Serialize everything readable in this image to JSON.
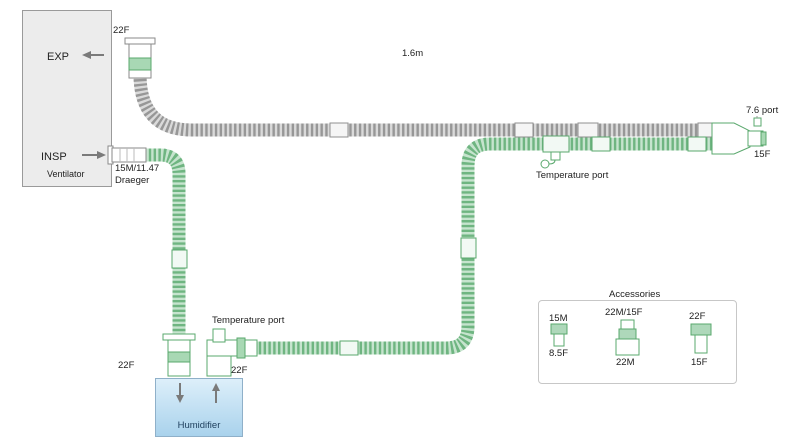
{
  "ventilator": {
    "exp_label": "EXP",
    "insp_label": "INSP",
    "title": "Ventilator"
  },
  "ports": {
    "exp_connector_size": "22F",
    "insp_adapter_size": "15M/11.47",
    "insp_adapter_brand": "Draeger",
    "patient_port": "7.6 port",
    "patient_connector_size": "15F"
  },
  "tubing": {
    "expiratory_length": "1.6m"
  },
  "temperature_ports": {
    "upper": "Temperature port",
    "lower": "Temperature port"
  },
  "humidifier": {
    "title": "Humidifier",
    "inlet_size": "22F",
    "outlet_size": "22F"
  },
  "accessories": {
    "title": "Accessories",
    "items": [
      {
        "top": "15M",
        "bottom": "8.5F"
      },
      {
        "top": "22M/15F",
        "bottom": "22M"
      },
      {
        "top": "22F",
        "bottom": "15F"
      }
    ]
  },
  "colors": {
    "inspiratory_tube_green": "#6fb581",
    "expiratory_tube_gray": "#979797",
    "fitting_green": "#5aa86d",
    "humidifier_blue": "#a9d2ec",
    "ventilator_gray": "#ececec"
  }
}
